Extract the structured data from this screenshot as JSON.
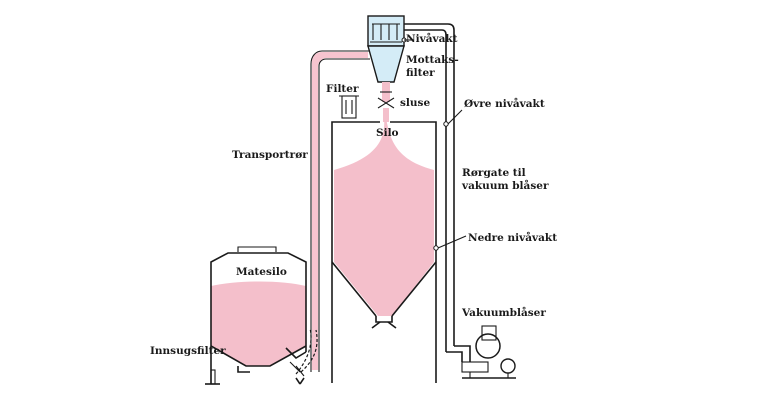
{
  "labels": {
    "nivavakt": "Nivåvakt",
    "mottaks_line1": "Mottaks-",
    "mottaks_line2": "filter",
    "filter": "Filter",
    "sluse": "sluse",
    "ovre_nivavakt": "Øvre nivåvakt",
    "silo": "Silo",
    "transportror": "Transportrør",
    "rorgate_line1": "Rørgate til",
    "rorgate_line2": "vakuum blåser",
    "nedre_nivavakt": "Nedre nivåvakt",
    "matesilo": "Matesilo",
    "vakuumblaser": "Vakuumblåser",
    "innsugsfilter": "Innsugsfilter"
  },
  "colors": {
    "powder": "#f4bfcb",
    "pipe": "#f7c4cf",
    "receiver_glass": "#d4ecf7",
    "outline": "#1a1a1a"
  }
}
